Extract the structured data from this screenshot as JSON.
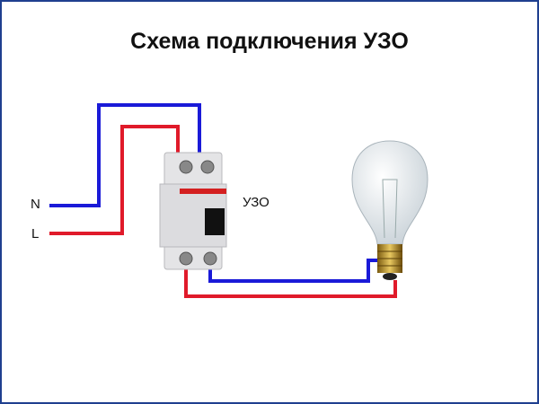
{
  "title": "Схема подключения УЗО",
  "labels": {
    "neutral": "N",
    "line": "L",
    "device": "УЗО"
  },
  "colors": {
    "neutral_wire": "#1a1ad8",
    "line_wire": "#e01a2a",
    "frame": "#1f3f8f"
  }
}
